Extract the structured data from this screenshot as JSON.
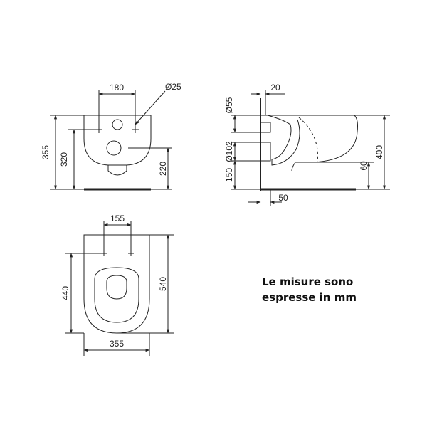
{
  "colors": {
    "ink": "#222222",
    "background": "#ffffff"
  },
  "front_view": {
    "hole_spacing": "180",
    "hole_diameter": "Ø25",
    "overall_height": "355",
    "fixing_height": "320",
    "outlet_height": "220"
  },
  "side_view": {
    "wall_offset": "20",
    "inlet_diameter": "Ø55",
    "outlet_diameter": "Ø102",
    "outlet_height": "150",
    "outlet_depth": "50",
    "overall_height": "400",
    "rim_drop": "60"
  },
  "top_view": {
    "fixing_spacing": "155",
    "seat_length": "440",
    "overall_length": "540",
    "overall_width": "355"
  },
  "note": {
    "line1": "Le misure sono",
    "line2": "espresse in mm"
  }
}
